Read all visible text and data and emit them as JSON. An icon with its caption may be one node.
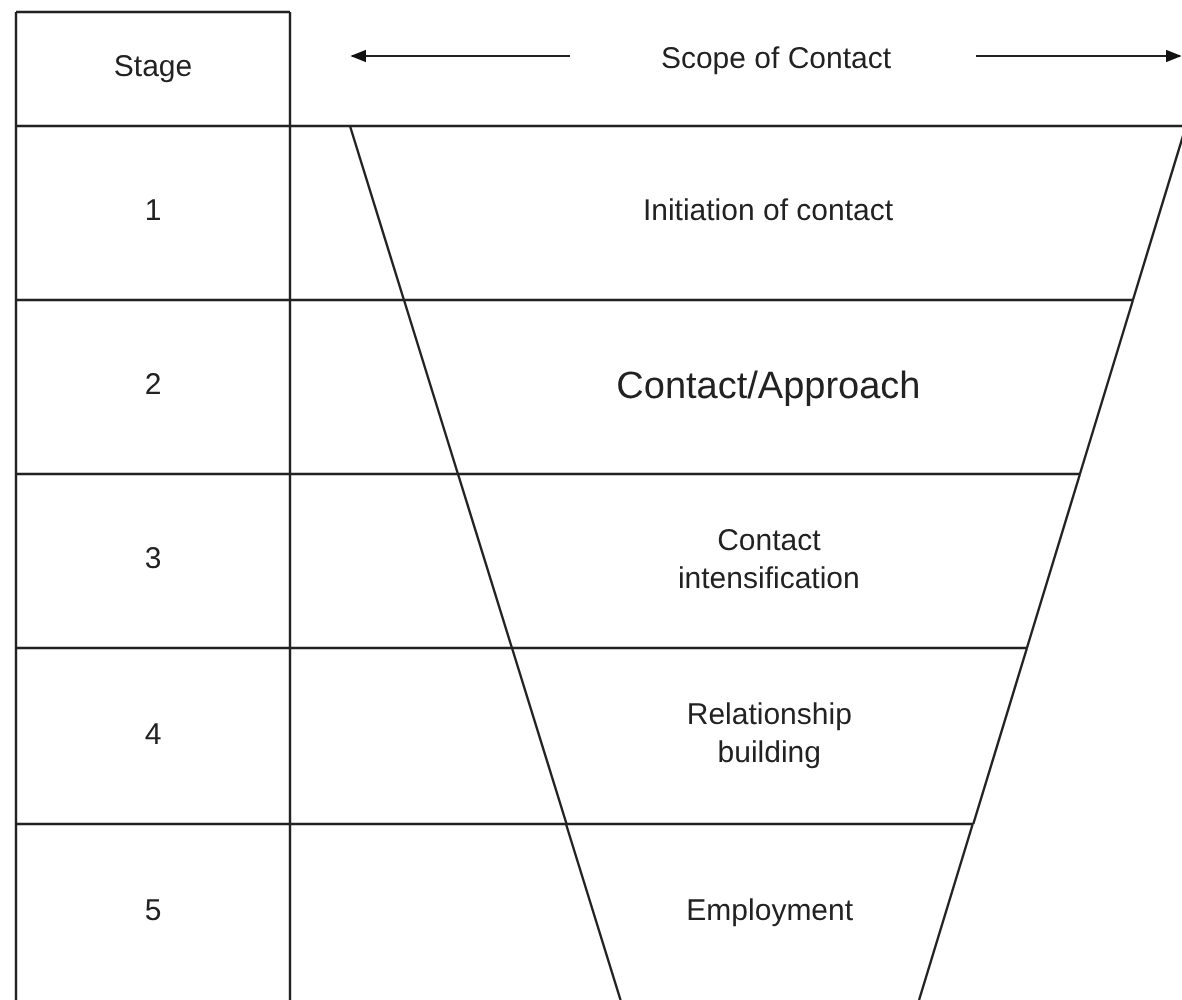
{
  "diagram": {
    "nodes": [
      {
        "text": [
          "Initiation of contact"
        ]
      },
      {
        "text": [
          "Contact/Approach"
        ]
      },
      {
        "text": [
          "Contact intensification"
        ]
      },
      {
        "text": [
          "Relationship building"
        ]
      },
      {
        "text": [
          "Employment"
        ]
      }
    ],
    "labels": [
      "Stage",
      "Scope of Contact",
      "1",
      "2",
      "3",
      "4",
      "5"
    ]
  }
}
